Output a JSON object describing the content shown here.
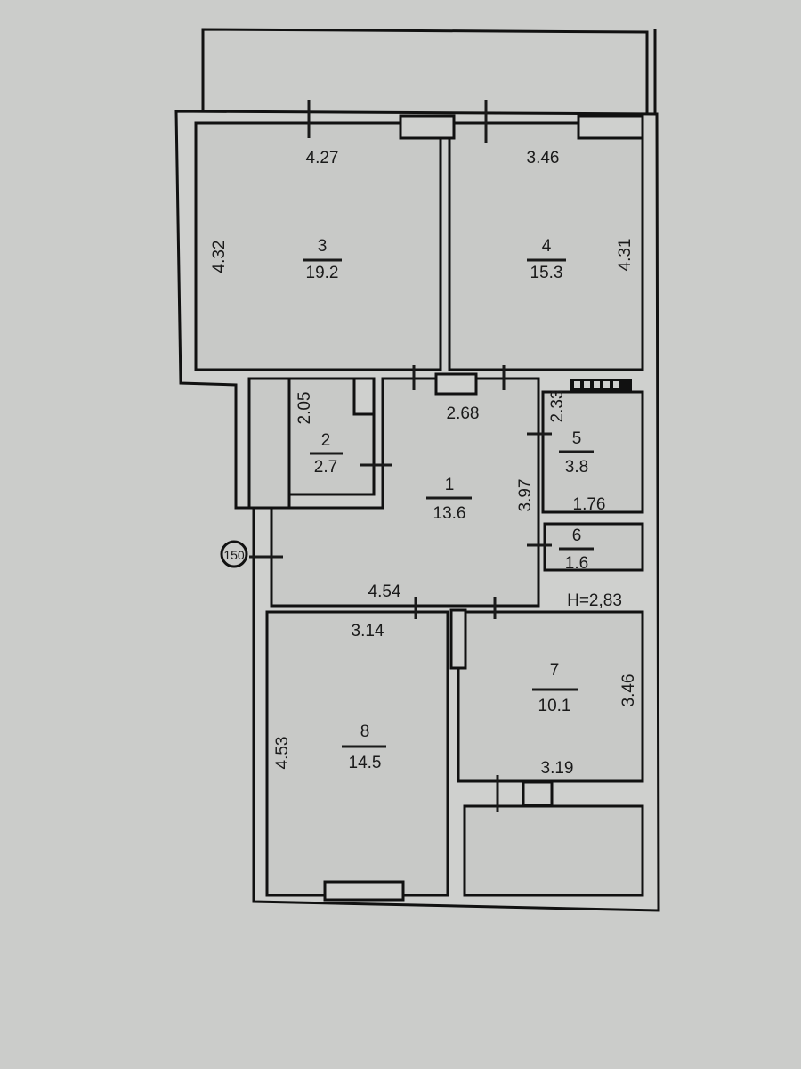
{
  "rooms": [
    {
      "number": "1",
      "area": "13.6"
    },
    {
      "number": "2",
      "area": "2.7"
    },
    {
      "number": "3",
      "area": "19.2"
    },
    {
      "number": "4",
      "area": "15.3"
    },
    {
      "number": "5",
      "area": "3.8"
    },
    {
      "number": "6",
      "area": "1.6"
    },
    {
      "number": "7",
      "area": "10.1"
    },
    {
      "number": "8",
      "area": "14.5"
    }
  ],
  "dimensions": {
    "room3_width": "4.27",
    "room3_depth": "4.32",
    "room4_width": "3.46",
    "room4_depth": "4.31",
    "room2_depth": "2.05",
    "room1_width_top": "2.68",
    "room1_depth": "3.97",
    "room1_width_bottom": "4.54",
    "room5_depth": "2.33",
    "room5_width": "1.76",
    "room8_width": "3.14",
    "room8_depth": "4.53",
    "room7_width": "3.19",
    "room7_depth": "3.46"
  },
  "ceiling_height": "H=2,83",
  "axis_marker": "150"
}
